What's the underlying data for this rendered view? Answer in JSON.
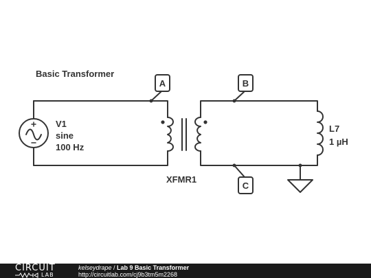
{
  "diagram": {
    "title": "Basic Transformer",
    "source": {
      "name": "V1",
      "type": "sine",
      "frequency": "100 Hz"
    },
    "transformer": {
      "name": "XFMR1"
    },
    "inductor": {
      "name": "L7",
      "value": "1 µH"
    },
    "nodes": {
      "a": "A",
      "b": "B",
      "c": "C"
    }
  },
  "footer": {
    "logo_top": "CIRCUIT",
    "logo_bottom": "LAB",
    "user": "kelseydrape",
    "separator": " / ",
    "title": "Lab 9 Basic Transformer",
    "url": "http://circuitlab.com/cj9b3tm5m2268"
  },
  "colors": {
    "wire": "#333333",
    "footer_bg": "#1a1a1a",
    "text": "#333333"
  }
}
